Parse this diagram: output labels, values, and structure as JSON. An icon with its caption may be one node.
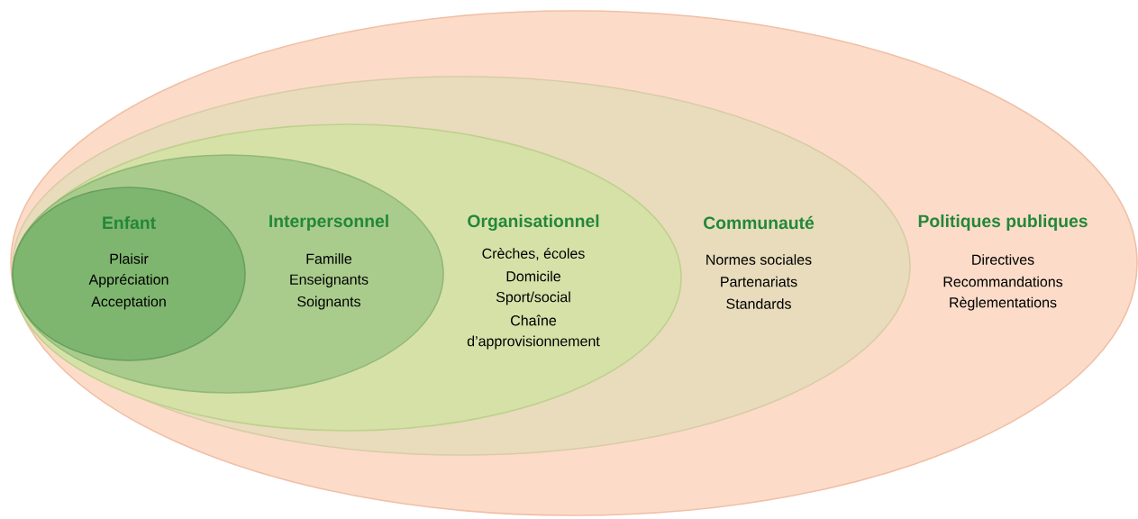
{
  "diagram": {
    "nodes": [
      {
        "text": [
          "Politiques publiques",
          "Directives",
          "Recommandations",
          "Règlementations"
        ]
      },
      {
        "text": [
          "Communauté",
          "Normes sociales",
          "Partenariats",
          "Standards"
        ],
        "in": 0
      },
      {
        "text": [
          "Organisationnel",
          "Crèches, écoles",
          "Domicile",
          "Sport/social",
          "Chaîne",
          "d’approvisionnement"
        ],
        "in": 1
      },
      {
        "text": [
          "Interpersonnel",
          "Famille",
          "Enseignants",
          "Soignants"
        ],
        "in": 2
      },
      {
        "text": [
          "Enfant",
          "Plaisir",
          "Appréciation",
          "Acceptation"
        ],
        "in": 3
      }
    ]
  }
}
